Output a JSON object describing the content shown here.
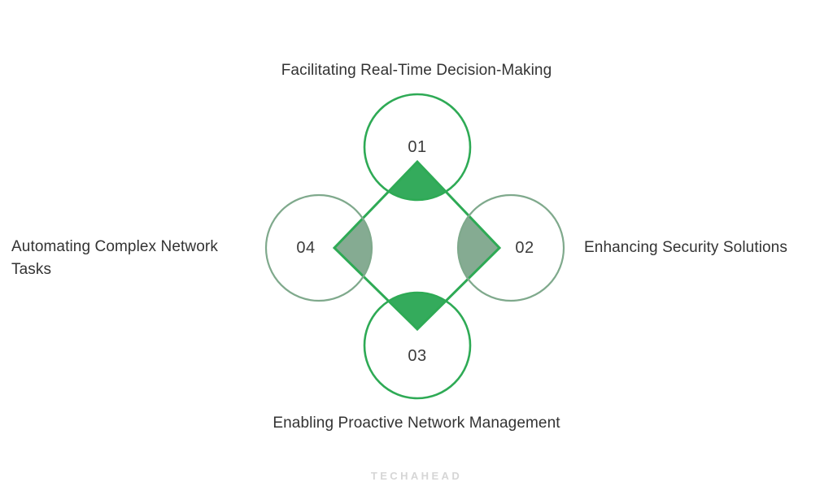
{
  "diagram": {
    "type": "venn-diamond-infographic",
    "background_color": "#ffffff",
    "accent_color_primary": "#2eaa55",
    "accent_color_muted": "#7fa98c",
    "number_text_color": "#3c3c3c",
    "label_text_color": "#333333",
    "nodes": [
      {
        "id": "01",
        "number": "01",
        "label": "Facilitating Real-Time Decision-Making",
        "position": "top",
        "circle_stroke": "#2eaa55",
        "segment_fill": "#34ab5c"
      },
      {
        "id": "02",
        "number": "02",
        "label": "Enhancing Security Solutions",
        "position": "right",
        "circle_stroke": "#7fa98c",
        "segment_fill": "#85ab92"
      },
      {
        "id": "03",
        "number": "03",
        "label": "Enabling Proactive Network Management",
        "position": "bottom",
        "circle_stroke": "#2eaa55",
        "segment_fill": "#34ab5c"
      },
      {
        "id": "04",
        "number": "04",
        "label": "Automating Complex Network\nTasks",
        "position": "left",
        "circle_stroke": "#7fa98c",
        "segment_fill": "#85ab92"
      }
    ]
  },
  "watermark": {
    "text": "TECHAHEAD"
  }
}
